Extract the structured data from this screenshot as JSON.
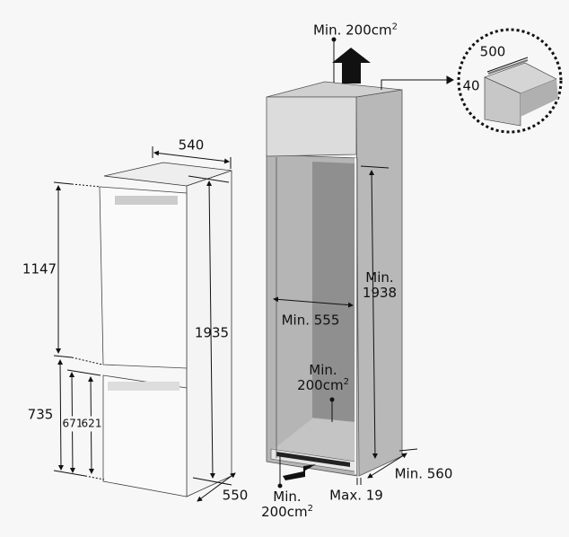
{
  "fridge": {
    "width": "540",
    "height": "1935",
    "depth": "550",
    "upper_door": "1147",
    "lower_door": "735",
    "lower_671": "671",
    "lower_621": "621"
  },
  "cabinet": {
    "top_vent": {
      "prefix": "Min. 200cm",
      "sup": "2"
    },
    "inner_height": {
      "line1": "Min.",
      "line2": "1938"
    },
    "inner_width": "Min. 555",
    "rear_vent": {
      "line1": "Min.",
      "line2": "200cm",
      "sup": "2"
    },
    "depth": "Min. 560",
    "door_gap": "Max. 19",
    "bottom_vent": {
      "line1": "Min.",
      "line2": "200cm",
      "sup": "2"
    }
  },
  "detail": {
    "width": "500",
    "height": "40"
  },
  "colors": {
    "background": "#f7f7f7",
    "cabinet": "#b5b5b5",
    "cabinet_inner": "#8f8f8f",
    "top_box": "#dcdcdc"
  }
}
